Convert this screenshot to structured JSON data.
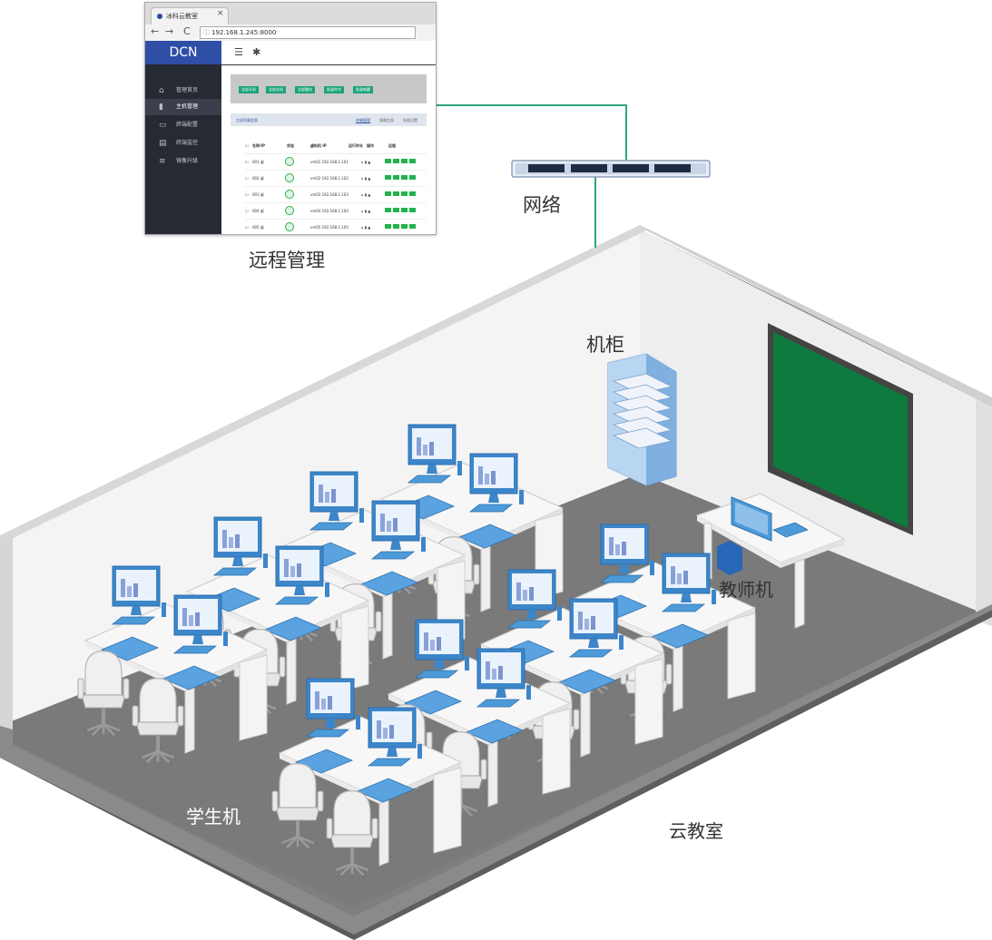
{
  "labels": {
    "remote": "远程管理",
    "network": "网络",
    "cabinet": "机柜",
    "teacher": "教师机",
    "student": "学生机",
    "classroom": "云教室"
  },
  "browser": {
    "tab_title": "冰科云教室",
    "tab_close": "×",
    "nav_back": "←",
    "nav_forward": "→",
    "nav_reload": "C",
    "address": "192.168.1.245:8000",
    "address_icon": "ⓘ"
  },
  "app": {
    "brand": "DCN",
    "sidebar": [
      {
        "icon": "home-icon",
        "glyph": "⌂",
        "label": "管理首页"
      },
      {
        "icon": "host-icon",
        "glyph": "▮",
        "label": "主机管理"
      },
      {
        "icon": "monitor-icon",
        "glyph": "▭",
        "label": "终端配置"
      },
      {
        "icon": "printer-icon",
        "glyph": "▤",
        "label": "终端监控"
      },
      {
        "icon": "database-icon",
        "glyph": "≡",
        "label": "镜像升级"
      }
    ],
    "topbar_icons": [
      "list-icon",
      "gear-icon"
    ],
    "toolbar_buttons": [
      "全部开机",
      "全部关机",
      "全部重启",
      "批量命令",
      "批量唤醒"
    ],
    "panel_title": "主机列表信息",
    "panel_tabs": [
      "终端管理",
      "镜像信息",
      "系统设置"
    ],
    "table_headers": [
      "名称/IP",
      "状态",
      "虚拟机 IP",
      "运行时长",
      "操作",
      "远程"
    ],
    "rows": [
      {
        "name": "001 桌",
        "ip": "vm01 192.168.1.101"
      },
      {
        "name": "002 桌",
        "ip": "vm02 192.168.1.102"
      },
      {
        "name": "003 桌",
        "ip": "vm03 192.168.1.103"
      },
      {
        "name": "004 桌",
        "ip": "vm04 192.168.1.104"
      },
      {
        "name": "005 桌",
        "ip": "vm05 192.168.1.105"
      }
    ]
  },
  "colors": {
    "brand_blue": "#2e4fa5",
    "sidebar_dark": "#262a33",
    "action_green": "#1aa37a",
    "network_line": "#2aa77f",
    "floor": "#7d7d7d",
    "wall": "#f3f3f3",
    "board_green": "#0e7a3e",
    "monitor_blue": "#4d9ad8",
    "cabinet_blue": "#7fb0df"
  }
}
